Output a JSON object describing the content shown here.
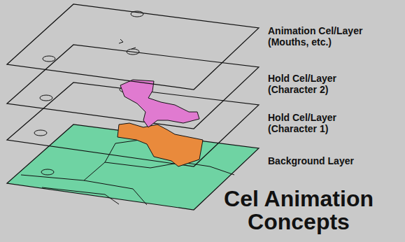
{
  "diagram": {
    "title": "Cel Animation Concepts",
    "labels": [
      "Animation Cel/Layer (Mouths, etc.)",
      "Hold Cel/Layer (Character 2)",
      "Hold Cel/Layer (Character 1)",
      "Background Layer"
    ]
  }
}
